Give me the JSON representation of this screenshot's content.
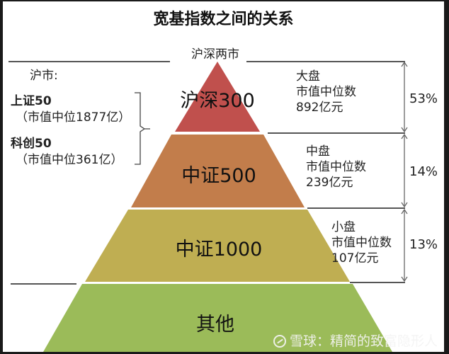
{
  "title": "宽基指数之间的关系",
  "top_label": "沪深两市",
  "left_panel": {
    "heading": "沪市:",
    "items": [
      {
        "name": "上证50",
        "detail": "（市值中位1877亿）"
      },
      {
        "name": "科创50",
        "detail": "（市值中位361亿）"
      }
    ]
  },
  "pyramid": {
    "layers": [
      {
        "label": "沪深300",
        "color": "#C0504D"
      },
      {
        "label": "中证500",
        "color": "#C27D4B"
      },
      {
        "label": "中证1000",
        "color": "#BFAE52"
      },
      {
        "label": "其他",
        "color": "#9BBB59"
      }
    ]
  },
  "right_panel": {
    "items": [
      {
        "size": "大盘",
        "metric": "市值中位数",
        "value": "892亿元",
        "percent": "53%"
      },
      {
        "size": "中盘",
        "metric": "市值中位数",
        "value": "239亿元",
        "percent": "14%"
      },
      {
        "size": "小盘",
        "metric": "市值中位数",
        "value": "107亿元",
        "percent": "13%"
      }
    ]
  },
  "watermark": {
    "icon": "xueqiu-logo-icon",
    "text": "雪球：精简的致富隐形人"
  }
}
